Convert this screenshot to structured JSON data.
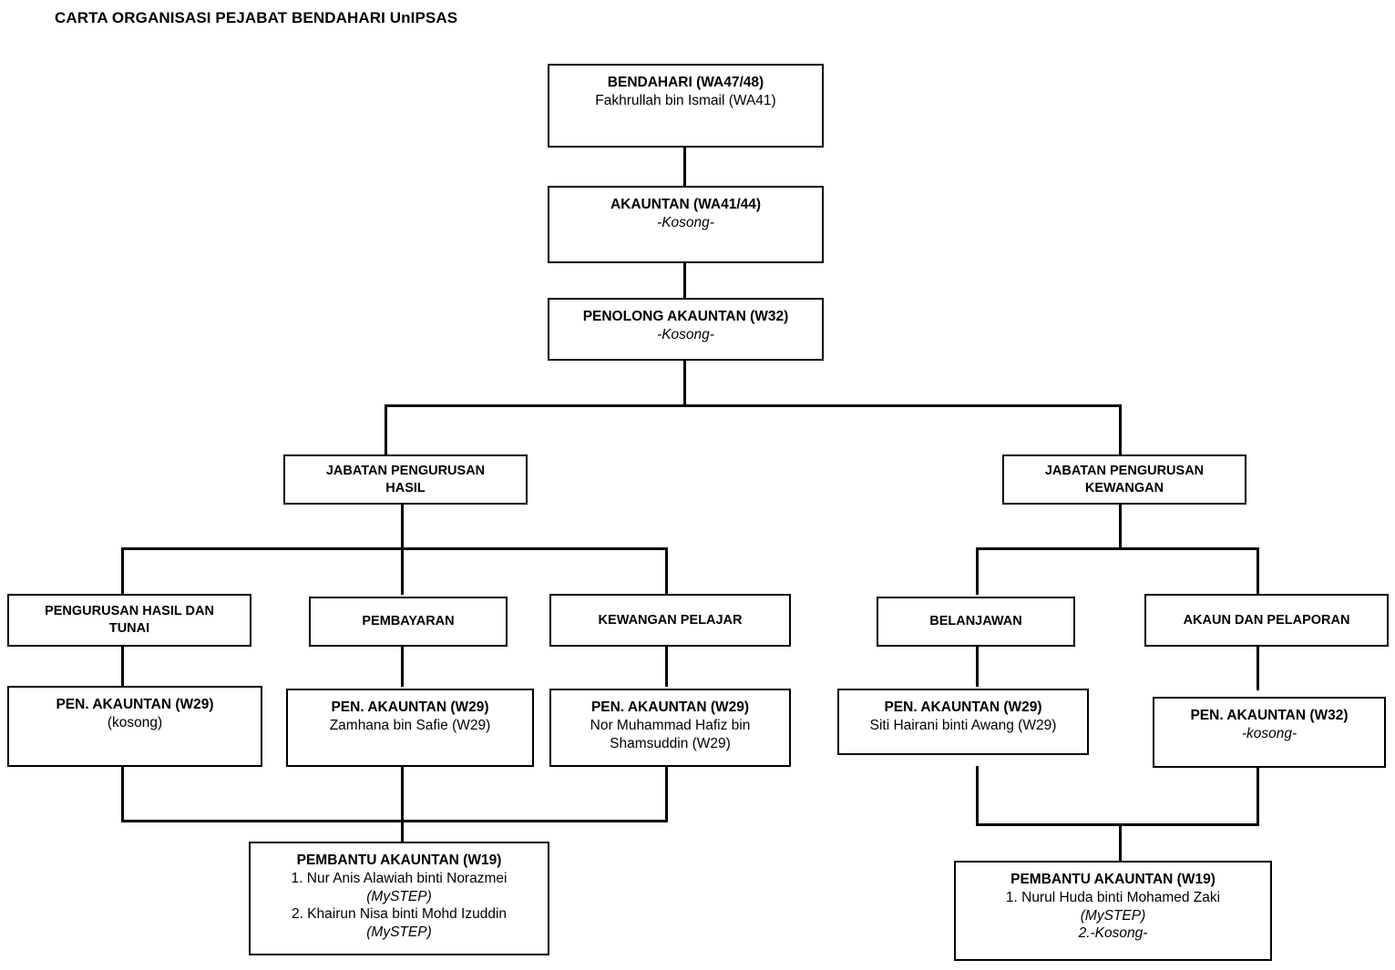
{
  "title": "CARTA ORGANISASI PEJABAT BENDAHARI UnIPSAS",
  "nodes": {
    "bendahari": {
      "title": "BENDAHARI (WA47/48)",
      "occupant": "Fakhrullah bin Ismail (WA41)"
    },
    "akauntan": {
      "title": "AKAUNTAN (WA41/44)",
      "occupant": "-Kosong-"
    },
    "penolong_akauntan": {
      "title": "PENOLONG AKAUNTAN (W32)",
      "occupant": "-Kosong-"
    },
    "jabatan_hasil": {
      "line1": "JABATAN PENGURUSAN",
      "line2": "HASIL"
    },
    "jabatan_kewangan": {
      "line1": "JABATAN PENGURUSAN",
      "line2": "KEWANGAN"
    },
    "unit_pengurusan_hasil_tunai": {
      "line1": "PENGURUSAN HASIL DAN",
      "line2": "TUNAI"
    },
    "unit_pembayaran": {
      "line1": "PEMBAYARAN"
    },
    "unit_kewangan_pelajar": {
      "line1": "KEWANGAN PELAJAR"
    },
    "unit_belanjawan": {
      "line1": "BELANJAWAN"
    },
    "unit_akaun_pelaporan": {
      "line1": "AKAUN DAN PELAPORAN"
    },
    "pen_akauntan_hasil_tunai": {
      "title": "PEN. AKAUNTAN (W29)",
      "occupant": "(kosong)"
    },
    "pen_akauntan_pembayaran": {
      "title": "PEN. AKAUNTAN (W29)",
      "occupant": "Zamhana bin Safie (W29)"
    },
    "pen_akauntan_kewangan_pelajar": {
      "title": "PEN. AKAUNTAN (W29)",
      "occupant_line1": "Nor Muhammad Hafiz bin",
      "occupant_line2": "Shamsuddin (W29)"
    },
    "pen_akauntan_belanjawan": {
      "title": "PEN. AKAUNTAN (W29)",
      "occupant": "Siti Hairani binti Awang (W29)"
    },
    "pen_akauntan_akaun_pelaporan": {
      "title": "PEN. AKAUNTAN (W32)",
      "occupant": "-kosong-"
    },
    "pembantu_akauntan_hasil": {
      "title": "PEMBANTU AKAUNTAN (W19)",
      "item1": "1. Nur Anis Alawiah binti Norazmei",
      "item1_note": "(MySTEP)",
      "item2": "2. Khairun Nisa binti Mohd Izuddin",
      "item2_note": "(MySTEP)"
    },
    "pembantu_akauntan_kewangan": {
      "title": "PEMBANTU AKAUNTAN (W19)",
      "item1": "1. Nurul Huda binti Mohamed Zaki",
      "item1_note": "(MySTEP)",
      "item2": "2.-Kosong-"
    }
  },
  "style": {
    "border_color": "#000000",
    "background": "#ffffff",
    "text_color": "#000000"
  }
}
